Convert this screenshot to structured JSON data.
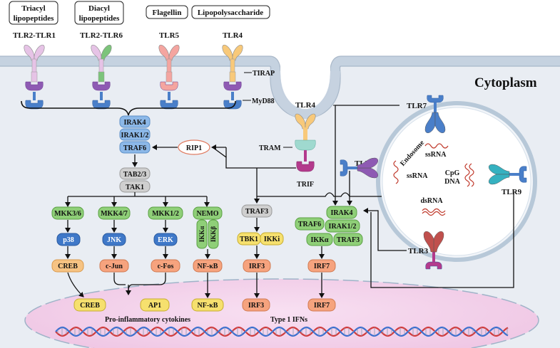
{
  "compartments": {
    "cytoplasm": "Cytoplasm",
    "endosome": "Endosome"
  },
  "ligands": {
    "triacyl": [
      "Triacyl",
      "lipopeptides"
    ],
    "diacyl": [
      "Diacyl",
      "lipopeptides"
    ],
    "flagellin": "Flagellin",
    "lps": "Lipopolysaccharide"
  },
  "receptors": {
    "tlr2_tlr1": "TLR2-TLR1",
    "tlr2_tlr6": "TLR2-TLR6",
    "tlr5": "TLR5",
    "tlr4_surface": "TLR4",
    "tlr4_endo": "TLR4",
    "tlr7": "TLR7",
    "tlr8": "TLR8",
    "tlr9": "TLR9",
    "tlr3": "TLR3"
  },
  "adaptors": {
    "tirap": "TIRAP",
    "myd88": "MyD88",
    "tram": "TRAM",
    "trif": "TRIF"
  },
  "nucleic_acids": {
    "ssrna_tlr7": "ssRNA",
    "ssrna_tlr8": "ssRNA",
    "cpg": [
      "CpG",
      "DNA"
    ],
    "dsrna": "dsRNA"
  },
  "myd88_complex": [
    "IRAK4",
    "IRAK1/2",
    "TRAF6"
  ],
  "rip1": "RIP1",
  "tab_complex": [
    "TAB2/3",
    "TAK1"
  ],
  "mapk": {
    "mkk36": "MKK3/6",
    "mkk47": "MKK4/7",
    "mkk12": "MKK1/2",
    "p38": "p38",
    "jnk": "JNK",
    "erk": "ERK",
    "creb": "CREB",
    "cjun": "c-Jun",
    "cfos": "c-Fos"
  },
  "nfkb_path": {
    "nemo": "NEMO",
    "ikka": "IKKα",
    "ikkb": "IKKβ",
    "nfkb": "NF-κB"
  },
  "irf3_path": {
    "traf3": "TRAF3",
    "tbk1": "TBK1",
    "ikki": "IKKi",
    "irf3": "IRF3"
  },
  "irf7_path": {
    "irak4": "IRAK4",
    "traf6": "TRAF6",
    "irak12": "IRAK1/2",
    "ikka": "IKKα",
    "traf3": "TRAF3",
    "irf7": "IRF7"
  },
  "nucleus": {
    "creb": "CREB",
    "ap1": "AP1",
    "nfkb": "NF-κB",
    "irf3": "IRF3",
    "irf7": "IRF7",
    "proinflammatory": "Pro-inflammatory cytokines",
    "ifn": "Type 1 IFNs"
  },
  "colors": {
    "membrane": "#c5d2e0",
    "cytoplasm": "#e9edf3",
    "nucleus": "#f6d8ee",
    "blue_node": "#8cb8e8",
    "gray_node": "#cfcfcf",
    "green_node": "#8fcf78",
    "dark_blue_node": "#3f78c8",
    "orange_node": "#f6c383"
  }
}
